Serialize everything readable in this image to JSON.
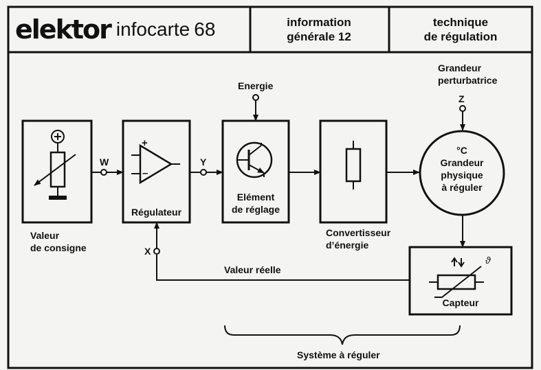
{
  "header": {
    "logo": "elektor",
    "series": "infocarte",
    "card_number": "68",
    "category_line1": "information",
    "category_line2": "générale 12",
    "topic_line1": "technique",
    "topic_line2": "de régulation"
  },
  "diagram": {
    "setpoint_label_line1": "Valeur",
    "setpoint_label_line2": "de consigne",
    "signal_w": "W",
    "signal_y": "Y",
    "signal_x": "X",
    "signal_z": "Z",
    "controller_label": "Régulateur",
    "opamp_plus": "+",
    "opamp_minus": "–",
    "energy_label": "Energie",
    "actuator_label_line1": "Elément",
    "actuator_label_line2": "de réglage",
    "converter_label_line1": "Convertisseur",
    "converter_label_line2": "d’énergie",
    "disturbance_label_line1": "Grandeur",
    "disturbance_label_line2": "perturbatrice",
    "process_unit": "°C",
    "process_label_line1": "Grandeur",
    "process_label_line2": "physique",
    "process_label_line3": "à réguler",
    "sensor_label": "Capteur",
    "sensor_theta": "ϑ",
    "feedback_label": "Valeur réelle",
    "system_label": "Système à réguler"
  }
}
